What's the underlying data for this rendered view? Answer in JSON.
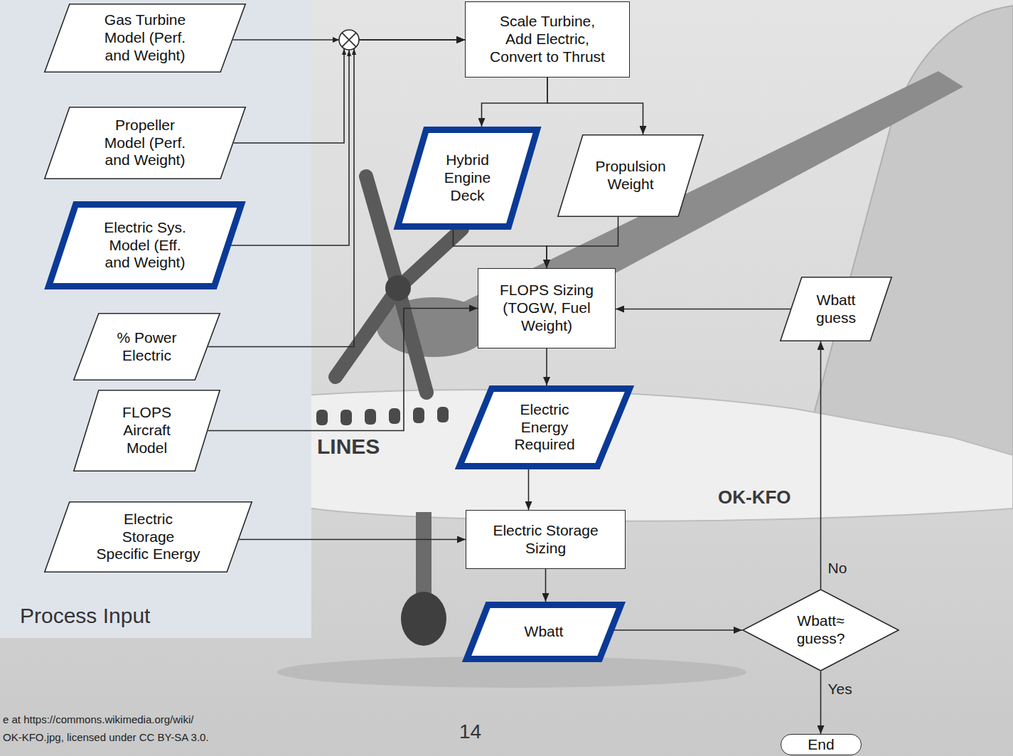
{
  "diagram": {
    "nodes": [
      {
        "text": [
          "Process Input"
        ]
      },
      {
        "text": [
          "Gas Turbine Model (Perf. and Weight)"
        ],
        "in": 0
      },
      {
        "text": [
          "Propeller Model (Perf. and Weight)"
        ],
        "in": 0
      },
      {
        "text": [
          "Electric Sys. Model (Eff. and Weight)"
        ],
        "in": 0
      },
      {
        "text": [
          "% Power Electric"
        ],
        "in": 0
      },
      {
        "text": [
          "FLOPS Aircraft Model"
        ],
        "in": 0
      },
      {
        "text": [
          "Electric Storage Specific Energy"
        ],
        "in": 0
      },
      {
        "text": [
          "Scale Turbine, Add Electric, Convert to Thrust"
        ]
      },
      {
        "text": [
          "Hybrid Engine Deck"
        ]
      },
      {
        "text": [
          "Propulsion Weight"
        ]
      },
      {
        "text": [
          "FLOPS Sizing (TOGW, Fuel Weight)"
        ]
      },
      {
        "text": [
          "Wbatt guess"
        ]
      },
      {
        "text": [
          "Electric Energy Required"
        ]
      },
      {
        "text": [
          "Electric Storage Sizing"
        ]
      },
      {
        "text": [
          "Wbatt"
        ]
      },
      {
        "text": [
          "Wbatt≈ guess?"
        ]
      },
      {
        "text": [
          "End"
        ]
      }
    ],
    "edges": [
      {
        "from": 1,
        "to": 7,
        "arrow": "to"
      },
      {
        "from": 2,
        "to": 7,
        "arrow": "to"
      },
      {
        "from": 3,
        "to": 7,
        "arrow": "to"
      },
      {
        "from": 4,
        "to": 7,
        "arrow": "to"
      },
      {
        "from": 5,
        "to": 10,
        "arrow": "to"
      },
      {
        "from": 6,
        "to": 13,
        "arrow": "to"
      },
      {
        "from": 7,
        "to": 8,
        "arrow": "to"
      },
      {
        "from": 7,
        "to": 9,
        "arrow": "to"
      },
      {
        "from": 8,
        "to": 10,
        "arrow": "to"
      },
      {
        "from": 9,
        "to": 10,
        "arrow": "to"
      },
      {
        "from": 10,
        "to": 12,
        "arrow": "to"
      },
      {
        "from": 12,
        "to": 13,
        "arrow": "to"
      },
      {
        "from": 13,
        "to": 14,
        "arrow": "to"
      },
      {
        "from": 14,
        "to": 15,
        "arrow": "to"
      },
      {
        "from": 15,
        "to": 16,
        "label": "Yes",
        "arrow": "to"
      },
      {
        "from": 15,
        "to": 11,
        "label": "No",
        "arrow": "to"
      },
      {
        "from": 11,
        "to": 10,
        "arrow": "to"
      }
    ],
    "labels": [
      "LINES",
      "OK-KFO",
      "e at https://commons.wikimedia.org/wiki/",
      "OK-KFO.jpg, licensed under CC BY-SA 3.0.",
      "14"
    ]
  }
}
